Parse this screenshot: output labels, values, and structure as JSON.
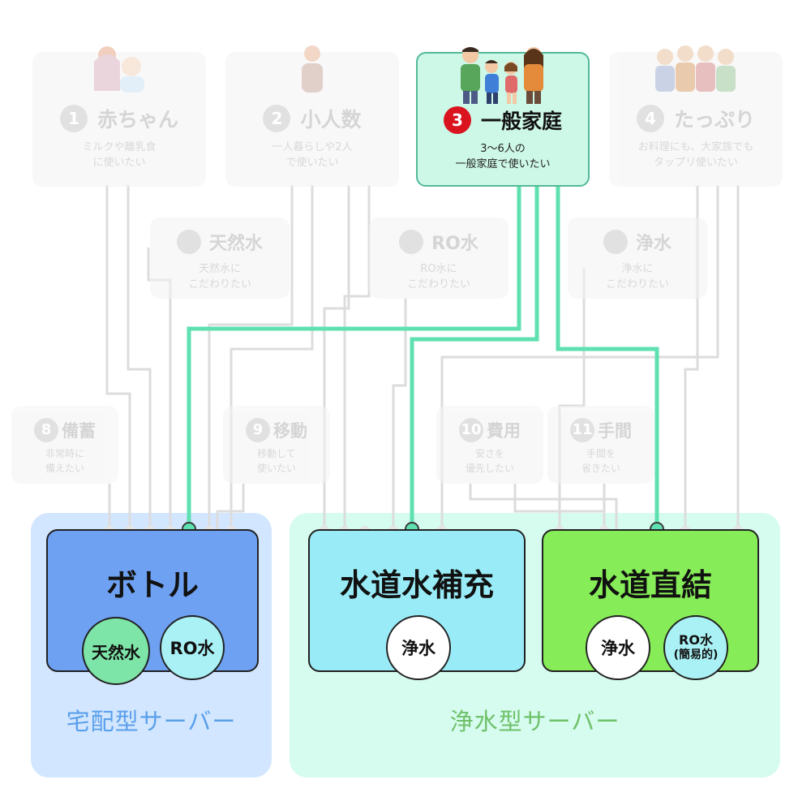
{
  "top_cards": [
    {
      "number": "1",
      "title": "赤ちゃん",
      "desc": "ミルクや離乳食\nに使いたい"
    },
    {
      "number": "2",
      "title": "小人数",
      "desc": "一人暮らしや2人\nで使いたい"
    },
    {
      "number": "3",
      "title": "一般家庭",
      "desc": "3〜6人の\n一般家庭で使いたい"
    },
    {
      "number": "4",
      "title": "たっぷり",
      "desc": "お料理にも、大家族でも\nタップリ使いたい"
    }
  ],
  "water_cards": [
    {
      "title": "天然水",
      "desc": "天然水に\nこだわりたい"
    },
    {
      "title": "RO水",
      "desc": "RO水に\nこだわりたい"
    },
    {
      "title": "浄水",
      "desc": "浄水に\nこだわりたい"
    }
  ],
  "purpose_cards": [
    {
      "number": "8",
      "title": "備蓄",
      "desc": "非常時に\n備えたい"
    },
    {
      "number": "9",
      "title": "移動",
      "desc": "移動して\n使いたい"
    },
    {
      "number": "10",
      "title": "費用",
      "desc": "安さを\n優先したい"
    },
    {
      "number": "11",
      "title": "手間",
      "desc": "手間を\n省きたい"
    }
  ],
  "servers": {
    "bottle": {
      "title": "ボトル",
      "chips": [
        "天然水",
        "RO水"
      ]
    },
    "refill": {
      "title": "水道水補充",
      "chips": [
        "浄水"
      ]
    },
    "direct": {
      "title": "水道直結",
      "chips": [
        "浄水",
        "RO水",
        "(簡易的)"
      ]
    }
  },
  "groups": {
    "delivery": "宅配型サーバー",
    "purifier": "浄水型サーバー"
  },
  "colors": {
    "active_connector": "#5fe0b0",
    "inactive_connector": "#dcdcdc",
    "selected_number": "#d9141e"
  }
}
